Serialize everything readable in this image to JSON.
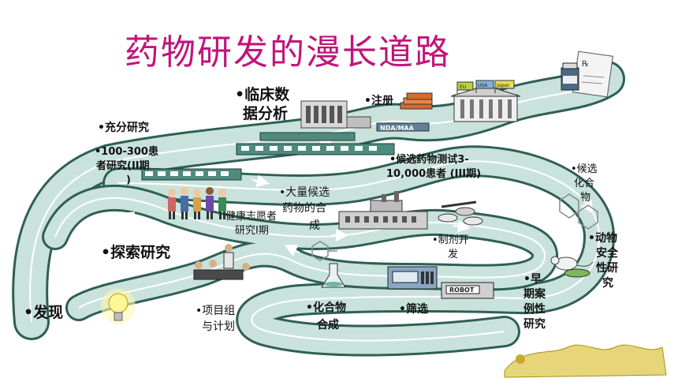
{
  "title": "药物研发的漫长道路",
  "stages": {
    "discovery": "•发现",
    "exploration": "•探索研究",
    "full_study": "•充分研究",
    "clinical_data_l1": "•临床数",
    "clinical_data_l2": "据分析",
    "registration": "•注册",
    "project_l1": "•项目组",
    "project_l2": "与计划",
    "compound_l1": "•化合物",
    "compound_l2": "合成",
    "screening": "•筛选",
    "early_case_l1": "•早",
    "early_case_l2": "期案",
    "early_case_l3": "例性",
    "early_case_l4": "研究",
    "animal_l1": "•动物",
    "animal_l2": "安全",
    "animal_l3": "性研",
    "animal_l4": "究",
    "candidate_l1": "•候选",
    "candidate_l2": "化合",
    "candidate_l3": "物",
    "formulation_l1": "•制剂开",
    "formulation_l2": "发",
    "mass_synth_l1": "•大量候选",
    "mass_synth_l2": "药物的合",
    "mass_synth_l3": "成",
    "healthy_l1": "健康志愿者",
    "healthy_l2": "研究I期",
    "phase2_l1": "•100-300患",
    "phase2_l2": "者研究(II期",
    "phase2_l3": ")",
    "phase3_l1": "•候选药物测试3-",
    "phase3_l2": "10,000患者 (III期)"
  },
  "signs": {
    "nda": "NDA/MAA",
    "robot": "ROBOT",
    "flag_eu": "EU",
    "flag_usa": "USA",
    "flag_japan": "Japan"
  },
  "colors": {
    "title": "#c0157a",
    "road_fill": "#c9e3dc",
    "road_edge": "#2f5f55",
    "lane": "#ffffff"
  }
}
